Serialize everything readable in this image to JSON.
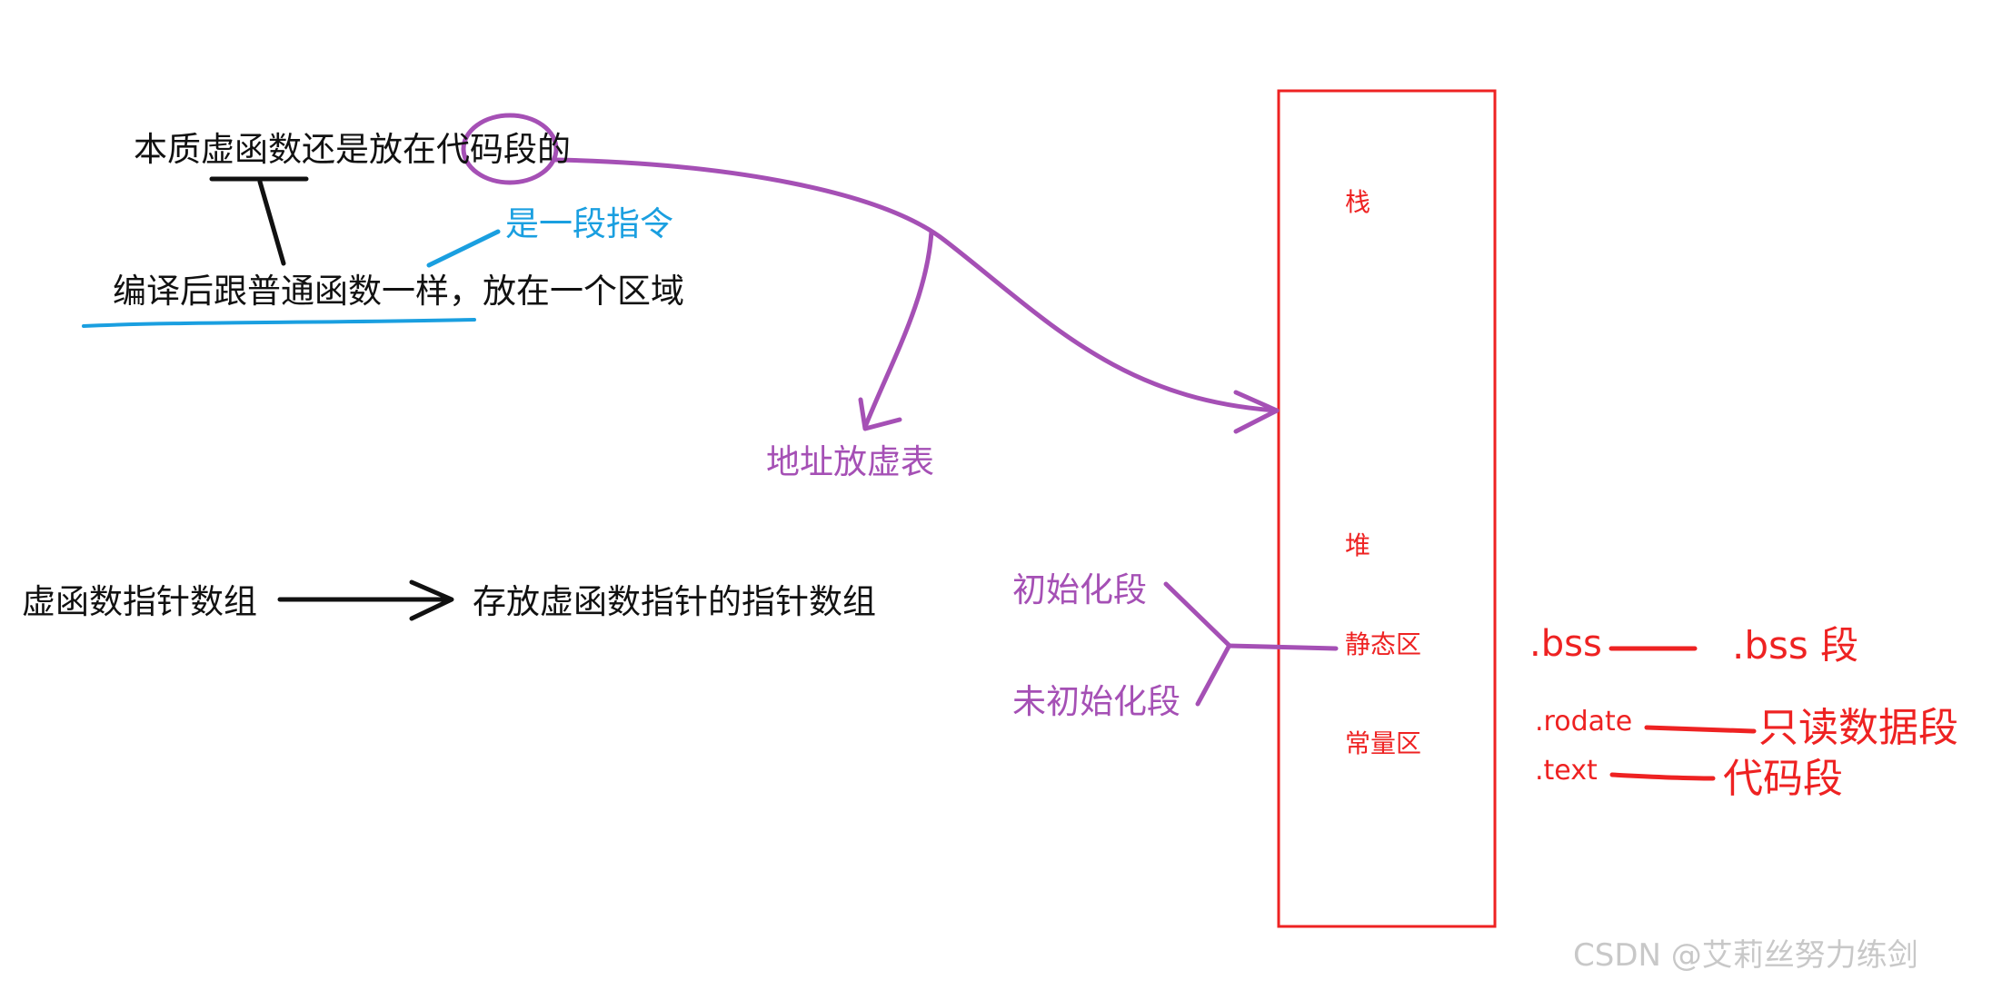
{
  "notes": {
    "essence": "本质虚函数还是放在代码段的",
    "compiled": "编译后跟普通函数一样，放在一个区域",
    "instruction": "是一段指令",
    "vtable_address": "地址放虚表",
    "vfunc_array": "虚函数指针数组",
    "vfunc_array_desc": "存放虚函数指针的指针数组",
    "initialized": "初始化段",
    "uninitialized": "未初始化段"
  },
  "memory": {
    "regions": [
      "栈",
      "堆",
      "静态区",
      "常量区"
    ]
  },
  "sections": {
    "bss_short": ".bss",
    "bss_long": ".bss 段",
    "rodata_short": ".rodate",
    "rodata_long": "只读数据段",
    "text_short": ".text",
    "text_long": "代码段"
  },
  "watermark": "CSDN @艾莉丝努力练剑",
  "colors": {
    "black": "#111111",
    "blue": "#1a9fe0",
    "purple": "#a550b5",
    "red": "#ee2222"
  }
}
